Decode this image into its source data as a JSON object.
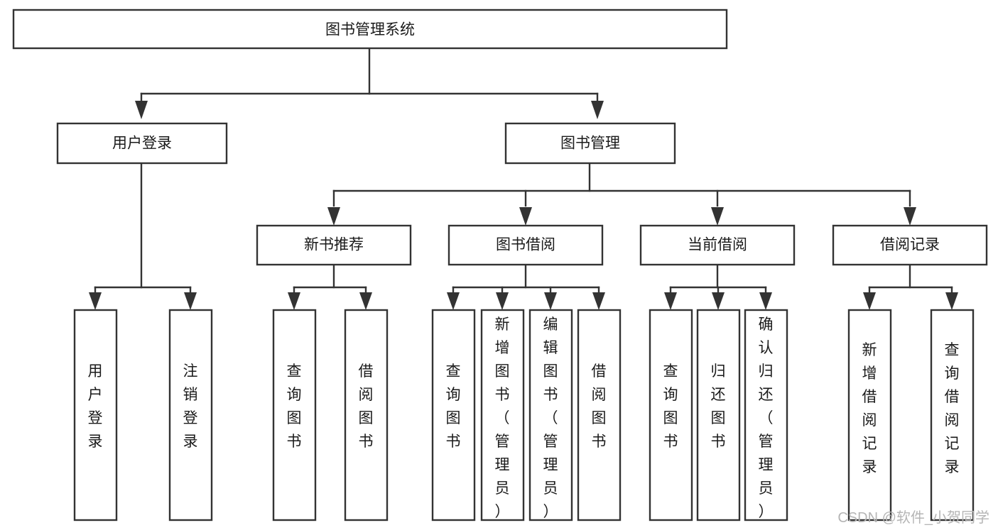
{
  "diagram": {
    "title": "图书管理系统",
    "type": "tree-hierarchy-chart",
    "root": {
      "id": "root",
      "label": "图书管理系统",
      "orientation": "horizontal"
    },
    "level1": [
      {
        "id": "user-login",
        "label": "用户登录",
        "orientation": "horizontal"
      },
      {
        "id": "book-manage",
        "label": "图书管理",
        "orientation": "horizontal"
      }
    ],
    "level2": [
      {
        "id": "new-book-rec",
        "label": "新书推荐",
        "orientation": "horizontal",
        "parent": "book-manage"
      },
      {
        "id": "book-borrow",
        "label": "图书借阅",
        "orientation": "horizontal",
        "parent": "book-manage"
      },
      {
        "id": "current-borrow",
        "label": "当前借阅",
        "orientation": "horizontal",
        "parent": "book-manage"
      },
      {
        "id": "borrow-record",
        "label": "借阅记录",
        "orientation": "horizontal",
        "parent": "book-manage"
      }
    ],
    "leaves": {
      "user-login": [
        {
          "id": "leaf-user-login",
          "label": "用户登录",
          "orientation": "vertical"
        },
        {
          "id": "leaf-logout",
          "label": "注销登录",
          "orientation": "vertical"
        }
      ],
      "new-book-rec": [
        {
          "id": "leaf-query-book-1",
          "label": "查询图书",
          "orientation": "vertical"
        },
        {
          "id": "leaf-borrow-book-1",
          "label": "借阅图书",
          "orientation": "vertical"
        }
      ],
      "book-borrow": [
        {
          "id": "leaf-query-book-2",
          "label": "查询图书",
          "orientation": "vertical"
        },
        {
          "id": "leaf-add-book",
          "label": "新增图书（管理员）",
          "orientation": "vertical"
        },
        {
          "id": "leaf-edit-book",
          "label": "编辑图书（管理员）",
          "orientation": "vertical"
        },
        {
          "id": "leaf-borrow-book-2",
          "label": "借阅图书",
          "orientation": "vertical"
        }
      ],
      "current-borrow": [
        {
          "id": "leaf-query-book-3",
          "label": "查询图书",
          "orientation": "vertical"
        },
        {
          "id": "leaf-return-book",
          "label": "归还图书",
          "orientation": "vertical"
        },
        {
          "id": "leaf-confirm-return",
          "label": "确认归还（管理员）",
          "orientation": "vertical"
        }
      ],
      "borrow-record": [
        {
          "id": "leaf-add-record",
          "label": "新增借阅记录",
          "orientation": "vertical"
        },
        {
          "id": "leaf-query-record",
          "label": "查询借阅记录",
          "orientation": "vertical"
        }
      ]
    },
    "colors": {
      "box_stroke": "#333333",
      "box_fill": "#ffffff",
      "text": "#1a1a1a",
      "connector": "#333333",
      "watermark": "#b5b5b5",
      "background": "#ffffff"
    }
  },
  "watermark": {
    "text": "CSDN @软件_小贺同学"
  }
}
